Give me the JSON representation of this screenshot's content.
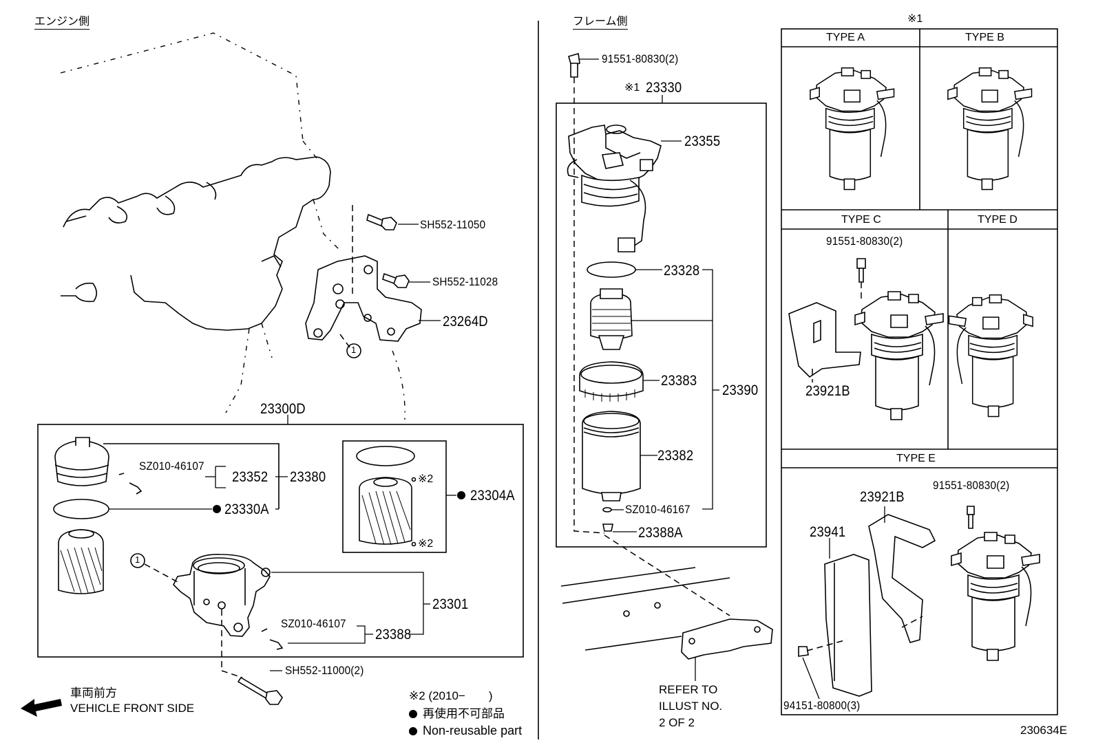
{
  "headers": {
    "engine_side": "エンジン側",
    "frame_side": "フレーム側",
    "note1_mark": "※1"
  },
  "type_panels": {
    "type_a": "TYPE A",
    "type_b": "TYPE B",
    "type_c": "TYPE C",
    "type_d": "TYPE D",
    "type_e": "TYPE E"
  },
  "parts": {
    "sh552_11050": "SH552-11050",
    "sh552_11028": "SH552-11028",
    "p23264d": "23264D",
    "p23300d": "23300D",
    "sz010_46107_a": "SZ010-46107",
    "p23352": "23352",
    "p23380": "23380",
    "p23330a": "23330A",
    "p23304a": "23304A",
    "note2_a": "※2",
    "note2_b": "※2",
    "p23301": "23301",
    "sz010_46107_b": "SZ010-46107",
    "p23388": "23388",
    "sh552_11000": "SH552-11000(2)",
    "p91551_top": "91551-80830(2)",
    "p23330": "23330",
    "p23330_mark": "※1",
    "p23355": "23355",
    "p23328": "23328",
    "p23383": "23383",
    "p23390": "23390",
    "p23382": "23382",
    "sz010_46167": "SZ010-46167",
    "p23388a": "23388A",
    "p91551_c": "91551-80830(2)",
    "p23921b_c": "23921B",
    "p91551_e": "91551-80830(2)",
    "p23921b_e": "23921B",
    "p23941": "23941",
    "p94151": "94151-80800(3)"
  },
  "callout_1": "1",
  "refer": {
    "line1": "REFER TO",
    "line2": "ILLUST NO.",
    "line3": "2 OF 2"
  },
  "vehicle_front": {
    "jp": "車両前方",
    "en": "VEHICLE FRONT SIDE"
  },
  "legend": {
    "note2": "※2 (2010−　　)",
    "nonreusable_jp": "再使用不可部品",
    "nonreusable_en": "Non-reusable part"
  },
  "figure_id": "230634E",
  "icons": [
    "arrow-left-icon",
    "bullet-dot-icon"
  ]
}
